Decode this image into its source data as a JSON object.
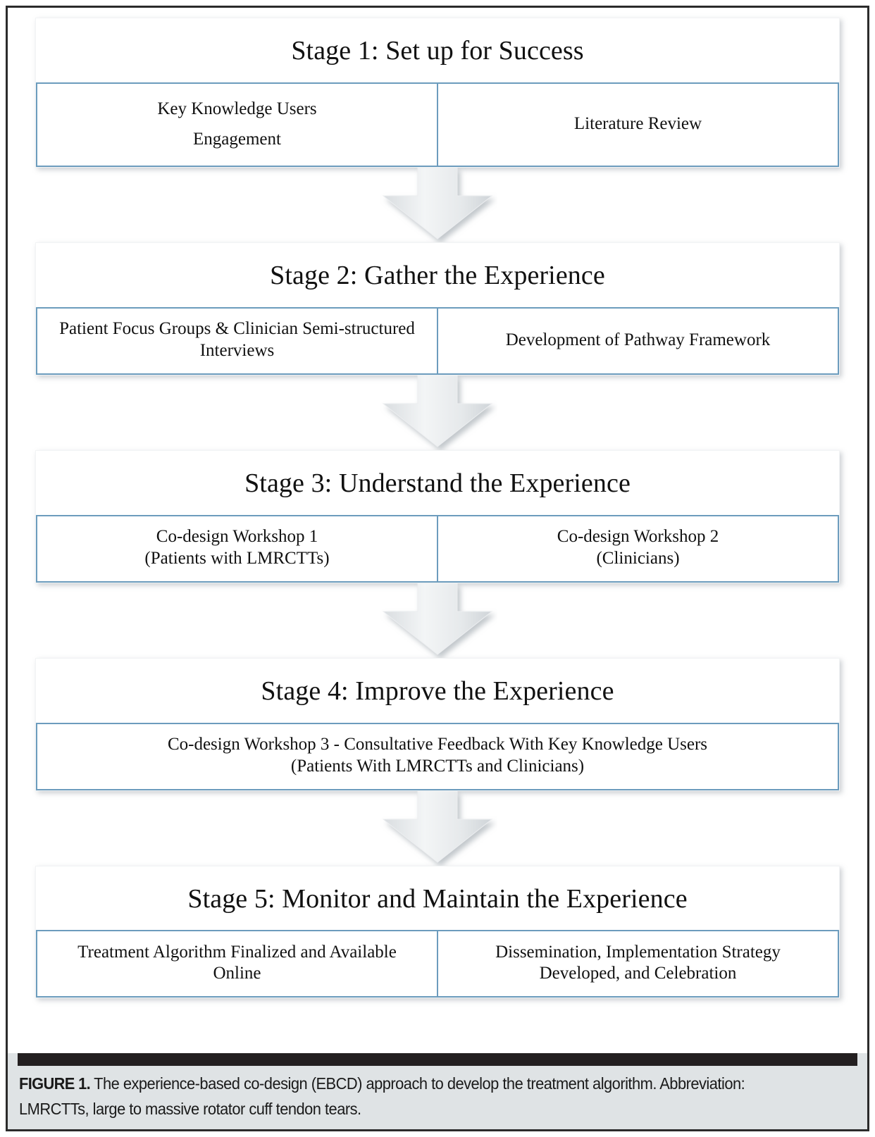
{
  "figure": {
    "caption_label": "FIGURE 1.",
    "caption_body": " The experience-based co-design (EBCD) approach to develop the treatment algorithm. Abbreviation: LMRCTTs, large to massive rotator cuff tendon tears."
  },
  "colors": {
    "frame_border": "#2b2b2b",
    "subbox_border": "#6c9cbd",
    "caption_background": "#dfe3e5",
    "caption_bar": "#231f20",
    "arrow_fill": "#e8eaec",
    "text": "#111111"
  },
  "stages": [
    {
      "title": "Stage 1: Set up for Success",
      "items": [
        "Key Knowledge Users\nEngagement",
        "Literature Review"
      ],
      "item_labels": [
        "Key Knowledge Users Engagement",
        "Literature Review"
      ]
    },
    {
      "title": "Stage 2: Gather the Experience",
      "items": [
        "Patient Focus Groups & Clinician Semi-structured Interviews",
        "Development of Pathway Framework"
      ],
      "item_labels": [
        "Patient Focus Groups & Clinician Semi-structured Interviews",
        "Development of Pathway Framework"
      ]
    },
    {
      "title": "Stage 3: Understand the Experience",
      "items": [
        "Co-design Workshop 1\n(Patients with LMRCTTs)",
        "Co-design Workshop 2\n(Clinicians)"
      ],
      "item_labels": [
        "Co-design Workshop 1 (Patients with LMRCTTs)",
        "Co-design Workshop 2 (Clinicians)"
      ]
    },
    {
      "title": "Stage 4: Improve the Experience",
      "items": [
        "Co-design Workshop 3 - Consultative Feedback With Key Knowledge Users\n(Patients With LMRCTTs and Clinicians)"
      ],
      "item_labels": [
        "Co-design Workshop 3 - Consultative Feedback With Key Knowledge Users (Patients With LMRCTTs and Clinicians)"
      ]
    },
    {
      "title": "Stage 5: Monitor and Maintain the Experience",
      "items": [
        "Treatment Algorithm Finalized and Available\nOnline",
        "Dissemination, Implementation Strategy\nDeveloped, and Celebration"
      ],
      "item_labels": [
        "Treatment Algorithm Finalized and Available Online",
        "Dissemination, Implementation Strategy Developed, and Celebration"
      ]
    }
  ],
  "connectors": [
    {
      "name": "arrow-stage1-to-stage2",
      "direction": "down"
    },
    {
      "name": "arrow-stage2-to-stage3",
      "direction": "down"
    },
    {
      "name": "arrow-stage3-to-stage4",
      "direction": "down"
    },
    {
      "name": "arrow-stage4-to-stage5",
      "direction": "down"
    }
  ]
}
